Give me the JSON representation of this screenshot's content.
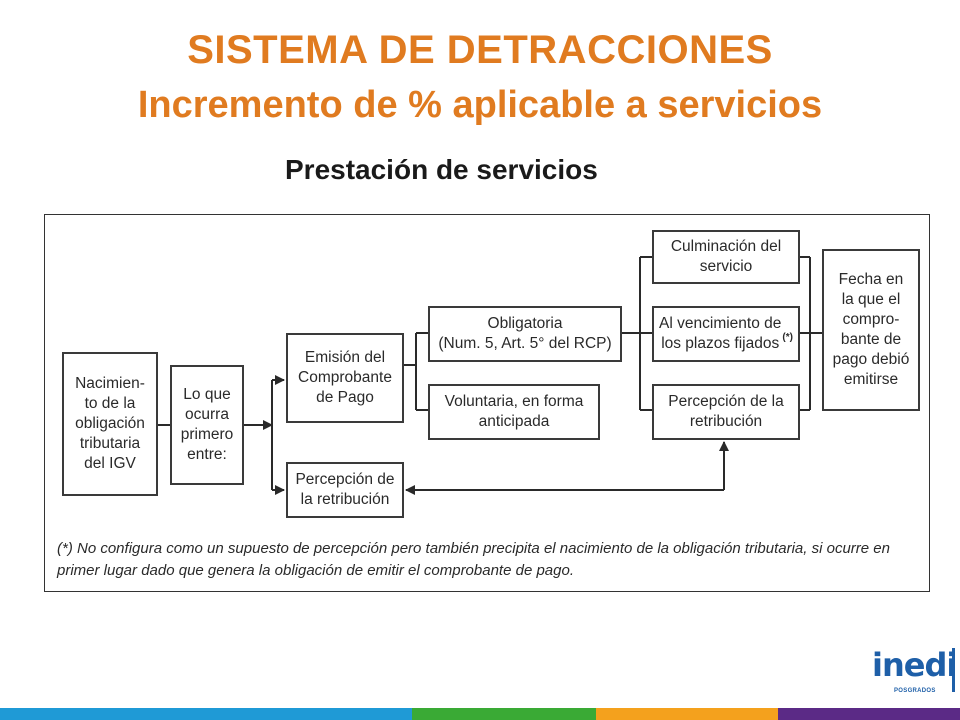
{
  "header": {
    "title": "SISTEMA DE DETRACCIONES",
    "subtitle": "Incremento de % aplicable a servicios"
  },
  "diagram": {
    "heading": "Prestación de servicios",
    "boxes": {
      "nacimiento": "Nacimien-\nto de la\nobligación\ntributaria\ndel IGV",
      "lo_que": "Lo que\nocurra\nprimero\nentre:",
      "emision": "Emisión del\nComprobante\nde Pago",
      "percepcion_left": "Percepción de\nla retribución",
      "obligatoria": "Obligatoria\n(Num. 5, Art. 5° del RCP)",
      "voluntaria": "Voluntaria, en forma\nanticipada",
      "culminacion": "Culminación del\nservicio",
      "vencimiento": "Al vencimiento de\nlos plazos fijados",
      "vencimiento_mark": "(*)",
      "percepcion_right": "Percepción de la\nretribución",
      "fecha": "Fecha en\nla que el\ncompro-\nbante de\npago debió\nemitirse"
    },
    "footnote": "(*) No configura como un supuesto de percepción pero también precipita el nacimiento de la obligación tributaria, si ocurre en primer lugar dado que genera la obligación de emitir el comprobante de pago."
  },
  "logo": {
    "name": "inedi",
    "tagline": "POSGRADOS"
  },
  "colors": {
    "title": "#E07B20",
    "logo": "#1e5fa8",
    "footer": [
      "#1f9ad6",
      "#3aaa35",
      "#f4a11d",
      "#5b2a86"
    ]
  }
}
